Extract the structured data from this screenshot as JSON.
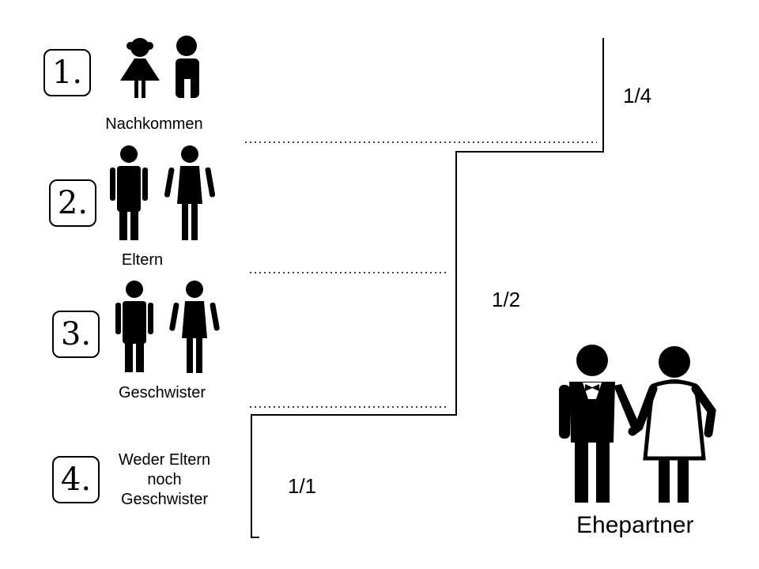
{
  "groups": [
    {
      "number": "1.",
      "label": "Nachkommen"
    },
    {
      "number": "2.",
      "label": "Eltern"
    },
    {
      "number": "3.",
      "label": "Geschwister"
    },
    {
      "number": "4.",
      "label_lines": [
        "Weder Eltern",
        "noch",
        "Geschwister"
      ]
    }
  ],
  "shares": {
    "top": "1/4",
    "middle": "1/2",
    "bottom": "1/1"
  },
  "spouse_label": "Ehepartner",
  "colors": {
    "ink": "#000000",
    "background": "#ffffff"
  },
  "icons": [
    "girl-icon",
    "boy-icon",
    "man-icon",
    "woman-icon",
    "bride-groom-icon"
  ]
}
